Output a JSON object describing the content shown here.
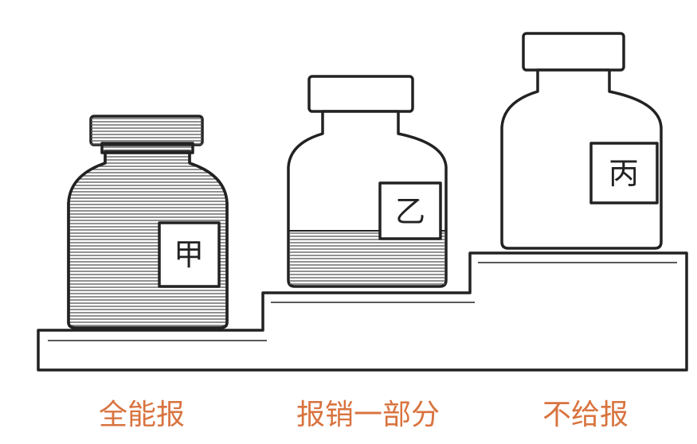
{
  "jars": [
    {
      "label": "甲",
      "fill_fraction": 1.0,
      "caption": "全能报"
    },
    {
      "label": "乙",
      "fill_fraction": 0.4,
      "caption": "报销一部分"
    },
    {
      "label": "丙",
      "fill_fraction": 0.0,
      "caption": "不给报"
    }
  ],
  "colors": {
    "caption": "#d9733f",
    "outline": "#222222"
  }
}
